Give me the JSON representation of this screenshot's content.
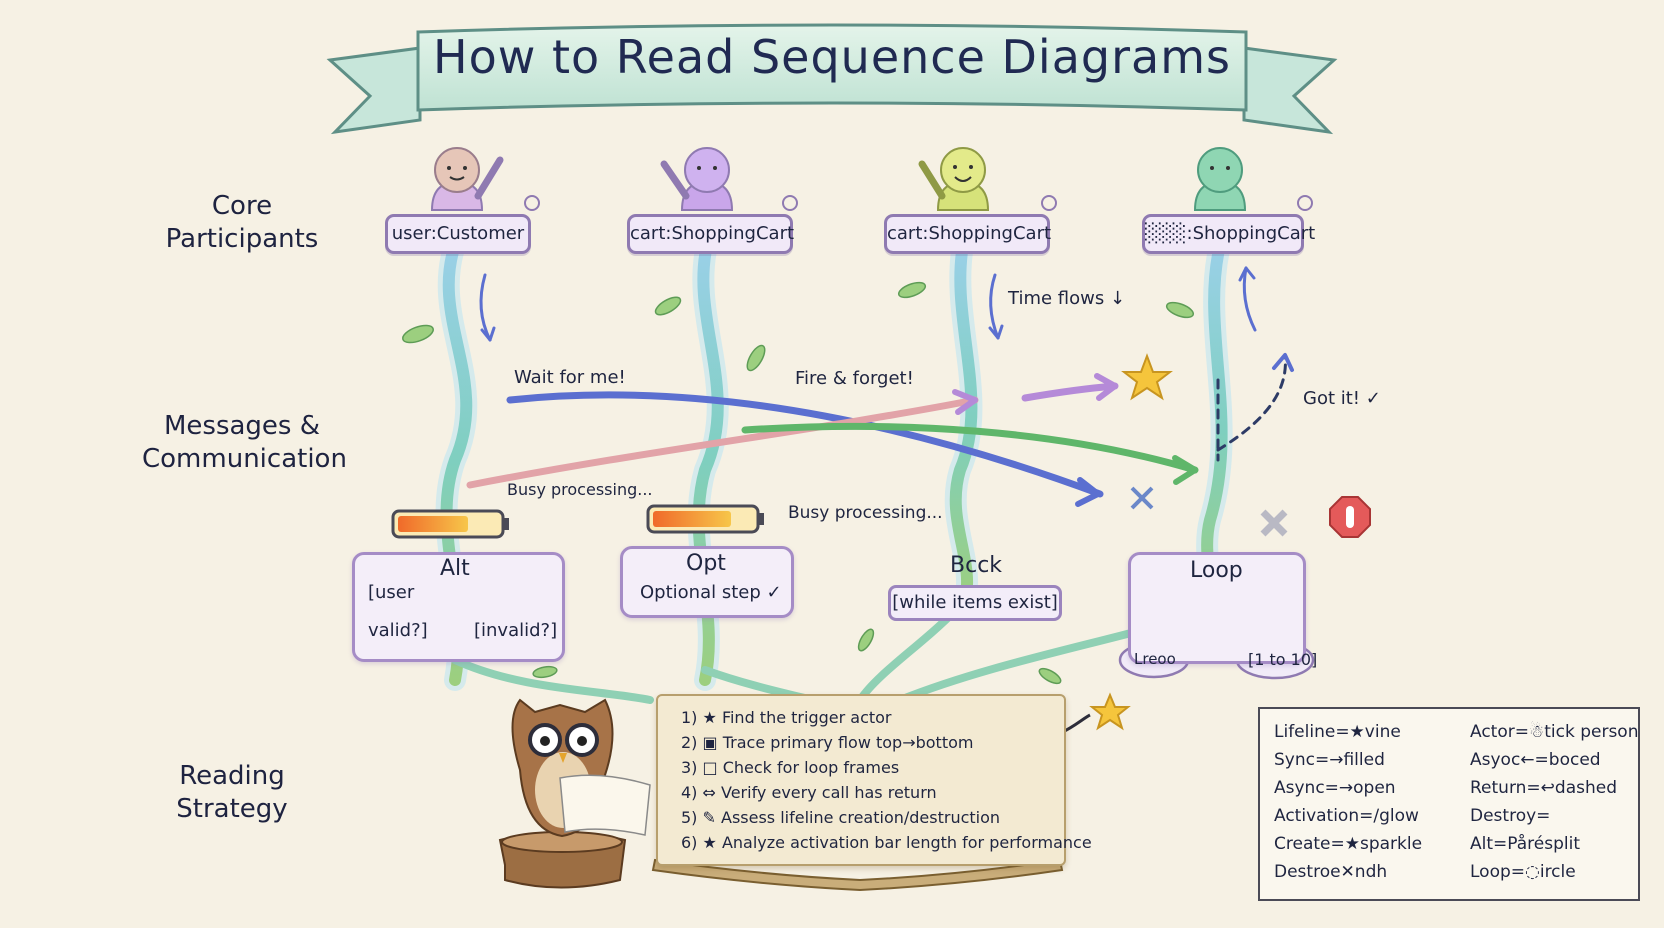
{
  "title": "How to Read Sequence Diagrams",
  "sections": {
    "participants": "Core Participants",
    "messages": "Messages & Communication",
    "strategy": "Reading Strategy"
  },
  "participants": [
    {
      "label": "user:Customer",
      "color": "#d9b8e6"
    },
    {
      "label": "cart:ShoppingCart",
      "color": "#c9a6ea"
    },
    {
      "label": "cart:ShoppingCart",
      "color": "#d6e27a"
    },
    {
      "label": "░░░:ShoppingCart",
      "color": "#8fd6b3"
    }
  ],
  "messages": {
    "wait": "Wait for me!",
    "fire": "Fire & forget!",
    "time": "Time flows ↓",
    "got": "Got it! ✓",
    "busy1": "Busy processing...",
    "busy2": "Busy processing..."
  },
  "frames": {
    "alt": {
      "title": "Alt",
      "guard_left_1": "[user",
      "guard_left_2": "valid?]",
      "guard_right": "[invalid?]"
    },
    "opt": {
      "title": "Opt",
      "caption": "Optional step ✓"
    },
    "break": {
      "title": "Bcck",
      "guard": "[while items exist]"
    },
    "loop": {
      "title": "Loop",
      "guard_left": "Lreoo",
      "guard_right": "[1 to 10]"
    }
  },
  "steps": [
    "1) ★ Find the trigger actor",
    "2) ▣ Trace primary flow top→bottom",
    "3) □ Check for loop frames",
    "4) ⇔ Verify every call has return",
    "5) ✎ Assess lifeline creation/destruction",
    "6) ★ Analyze activation bar length for performance"
  ],
  "legend": {
    "left": [
      "Lifeline=★vine",
      "Sync=→filled",
      "Async=→open",
      "Activation=∕glow",
      "Create=★sparkle",
      "Destroe✕ndh"
    ],
    "right": [
      "Actor=☃tick person",
      "Asyoc←=boced",
      "Return=↩dashed",
      "Destroy=",
      "Alt=Pårésplit",
      "Loop=◌ircle"
    ]
  },
  "colors": {
    "background": "#f6f1e4",
    "banner": "#d3ece0",
    "vine": "#7fcfbf",
    "frame_border": "#a58cc6",
    "sync_arrow": "#5b6fd0",
    "async_arrow": "#c59ad8",
    "green_arrow": "#5fb66a",
    "stop_sign": "#e45a5a"
  }
}
